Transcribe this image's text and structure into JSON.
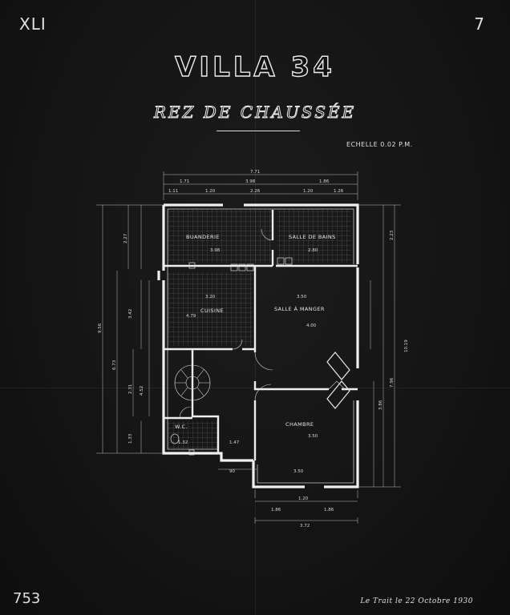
{
  "sheet": {
    "plate_roman": "XLI",
    "plate_number": "7",
    "archive_number": "753",
    "title": "VILLA 34",
    "subtitle": "REZ DE CHAUSSÉE",
    "scale": "ECHELLE 0.02 P.M.",
    "signature": "Le Trait le 22 Octobre 1930"
  },
  "rooms": {
    "buanderie": "BUANDERIE",
    "salle_de_bains": "SALLE DE BAINS",
    "cuisine": "CUISINE",
    "salle_a_manger": "SALLE À MANGER",
    "chambre": "CHAMBRE",
    "wc": "W.C."
  },
  "dimensions": {
    "top_total": "7.71",
    "top_left": "3.98",
    "top_right": "1.86",
    "top_a": "1.71",
    "top_b": "1.20",
    "top_c": "2.26",
    "top_d": "1.20",
    "top_e": "1.26",
    "top_f": "1.11",
    "buanderie_w": "3.98",
    "sdb_w": "2.80",
    "cuisine_w": "3.20",
    "cuisine_h": "4.79",
    "sam_w": "3.50",
    "sam_h": "4.00",
    "chambre_w": "3.50",
    "chambre_h": "3.50",
    "chambre_w2": "3.50",
    "bottom_total": "3.72",
    "bottom_a": "1.86",
    "bottom_b": "1.20",
    "bottom_c": "1.86",
    "right_a": "2.23",
    "right_b": "10.19",
    "right_c": "7.96",
    "right_d": "3.86",
    "left_a": "2.27",
    "left_b": "9.56",
    "left_c": "6.73",
    "left_d": "2.31",
    "left_e": "1.33",
    "left_f": "3.42",
    "left_g": "4.52",
    "wc_w": "1.32",
    "hall_w": "1.47",
    "bottom_left": "90"
  }
}
